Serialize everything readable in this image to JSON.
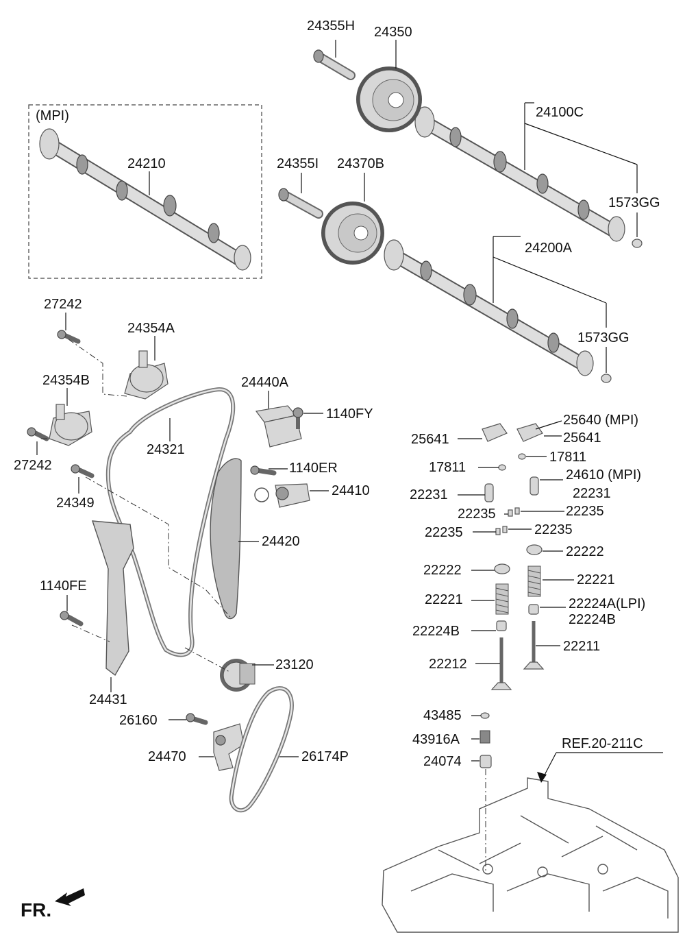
{
  "variant_mpi": "(MPI)",
  "parts": {
    "p24355H": "24355H",
    "p24350": "24350",
    "p24100C": "24100C",
    "p24210": "24210",
    "p24355I": "24355I",
    "p24370B": "24370B",
    "p1573GG_a": "1573GG",
    "p24200A": "24200A",
    "p1573GG_b": "1573GG",
    "p27242_a": "27242",
    "p24354A": "24354A",
    "p24354B": "24354B",
    "p24440A": "24440A",
    "p1140FY": "1140FY",
    "p24321": "24321",
    "p27242_b": "27242",
    "p1140ER": "1140ER",
    "p24410": "24410",
    "p24349": "24349",
    "p24420": "24420",
    "p1140FE": "1140FE",
    "p23120": "23120",
    "p24431": "24431",
    "p26160": "26160",
    "p24470": "24470",
    "p26174P": "26174P",
    "p25640": "25640 (MPI)",
    "p25641_a": "25641",
    "p25641_b": "25641",
    "p17811_a": "17811",
    "p17811_b": "17811",
    "p24610": "24610 (MPI)",
    "p22231_a": "22231",
    "p22231_b": "22231",
    "p22235_a": "22235",
    "p22235_b": "22235",
    "p22235_c": "22235",
    "p22235_d": "22235",
    "p22222_a": "22222",
    "p22222_b": "22222",
    "p22221_a": "22221",
    "p22221_b": "22221",
    "p22224A": "22224A(LPI)",
    "p22224B_a": "22224B",
    "p22224B_b": "22224B",
    "p22211": "22211",
    "p22212": "22212",
    "p43485": "43485",
    "p43916A": "43916A",
    "p24074": "24074",
    "ref": "REF.20-211C"
  },
  "front_label": "FR."
}
